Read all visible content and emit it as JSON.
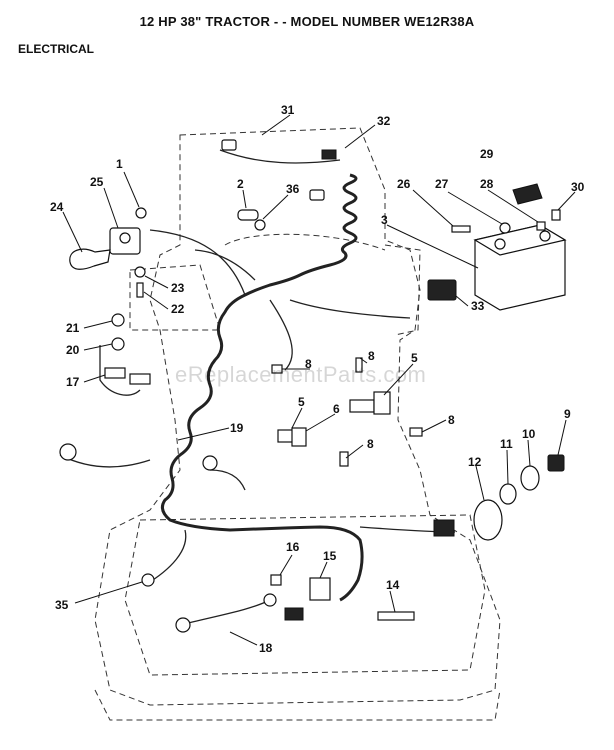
{
  "header": {
    "title": "12 HP 38\" TRACTOR - - MODEL NUMBER WE12R38A",
    "section": "ELECTRICAL"
  },
  "watermark": "eReplacementParts.com",
  "callouts": [
    "1",
    "2",
    "3",
    "5",
    "5",
    "6",
    "8",
    "8",
    "8",
    "8",
    "9",
    "10",
    "11",
    "12",
    "14",
    "15",
    "16",
    "17",
    "18",
    "19",
    "20",
    "21",
    "22",
    "23",
    "24",
    "25",
    "26",
    "27",
    "28",
    "29",
    "30",
    "31",
    "32",
    "33",
    "35",
    "36"
  ]
}
